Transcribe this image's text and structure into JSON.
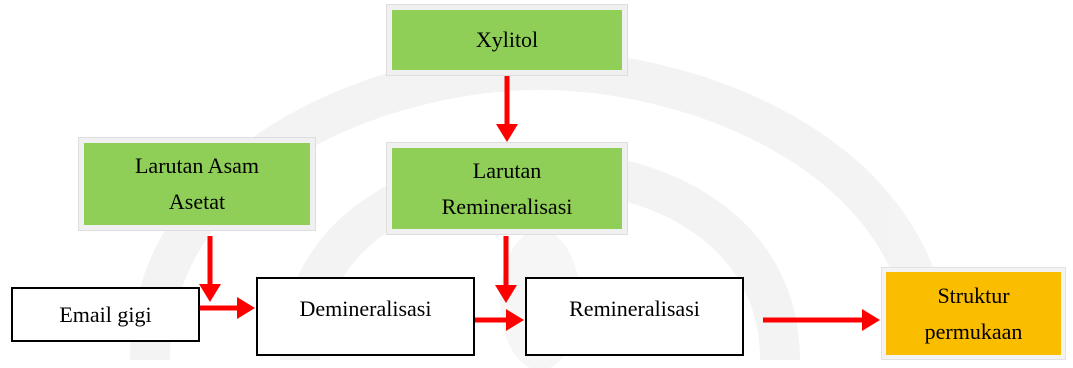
{
  "diagram": {
    "nodes": {
      "xylitol": {
        "label": "Xylitol"
      },
      "larutan_asam_asetat": {
        "label": "Larutan Asam Asetat"
      },
      "larutan_remineralisasi": {
        "label": "Larutan Remineralisasi"
      },
      "email_gigi": {
        "label": "Email gigi"
      },
      "demineralisasi": {
        "label": "Demineralisasi"
      },
      "remineralisasi": {
        "label": "Remineralisasi"
      },
      "struktur_permukaan": {
        "label": "Struktur permukaan"
      }
    },
    "edges": [
      {
        "from": "xylitol",
        "to": "larutan_remineralisasi"
      },
      {
        "from": "larutan_asam_asetat",
        "to": "email_gigi"
      },
      {
        "from": "email_gigi",
        "to": "demineralisasi"
      },
      {
        "from": "larutan_remineralisasi",
        "to": "remineralisasi"
      },
      {
        "from": "demineralisasi",
        "to": "remineralisasi"
      },
      {
        "from": "remineralisasi",
        "to": "struktur_permukaan"
      }
    ],
    "colors": {
      "input_node_fill": "#8fcf57",
      "output_node_fill": "#fbbd00",
      "process_node_fill": "#ffffff",
      "arrow": "#ff0000"
    }
  }
}
